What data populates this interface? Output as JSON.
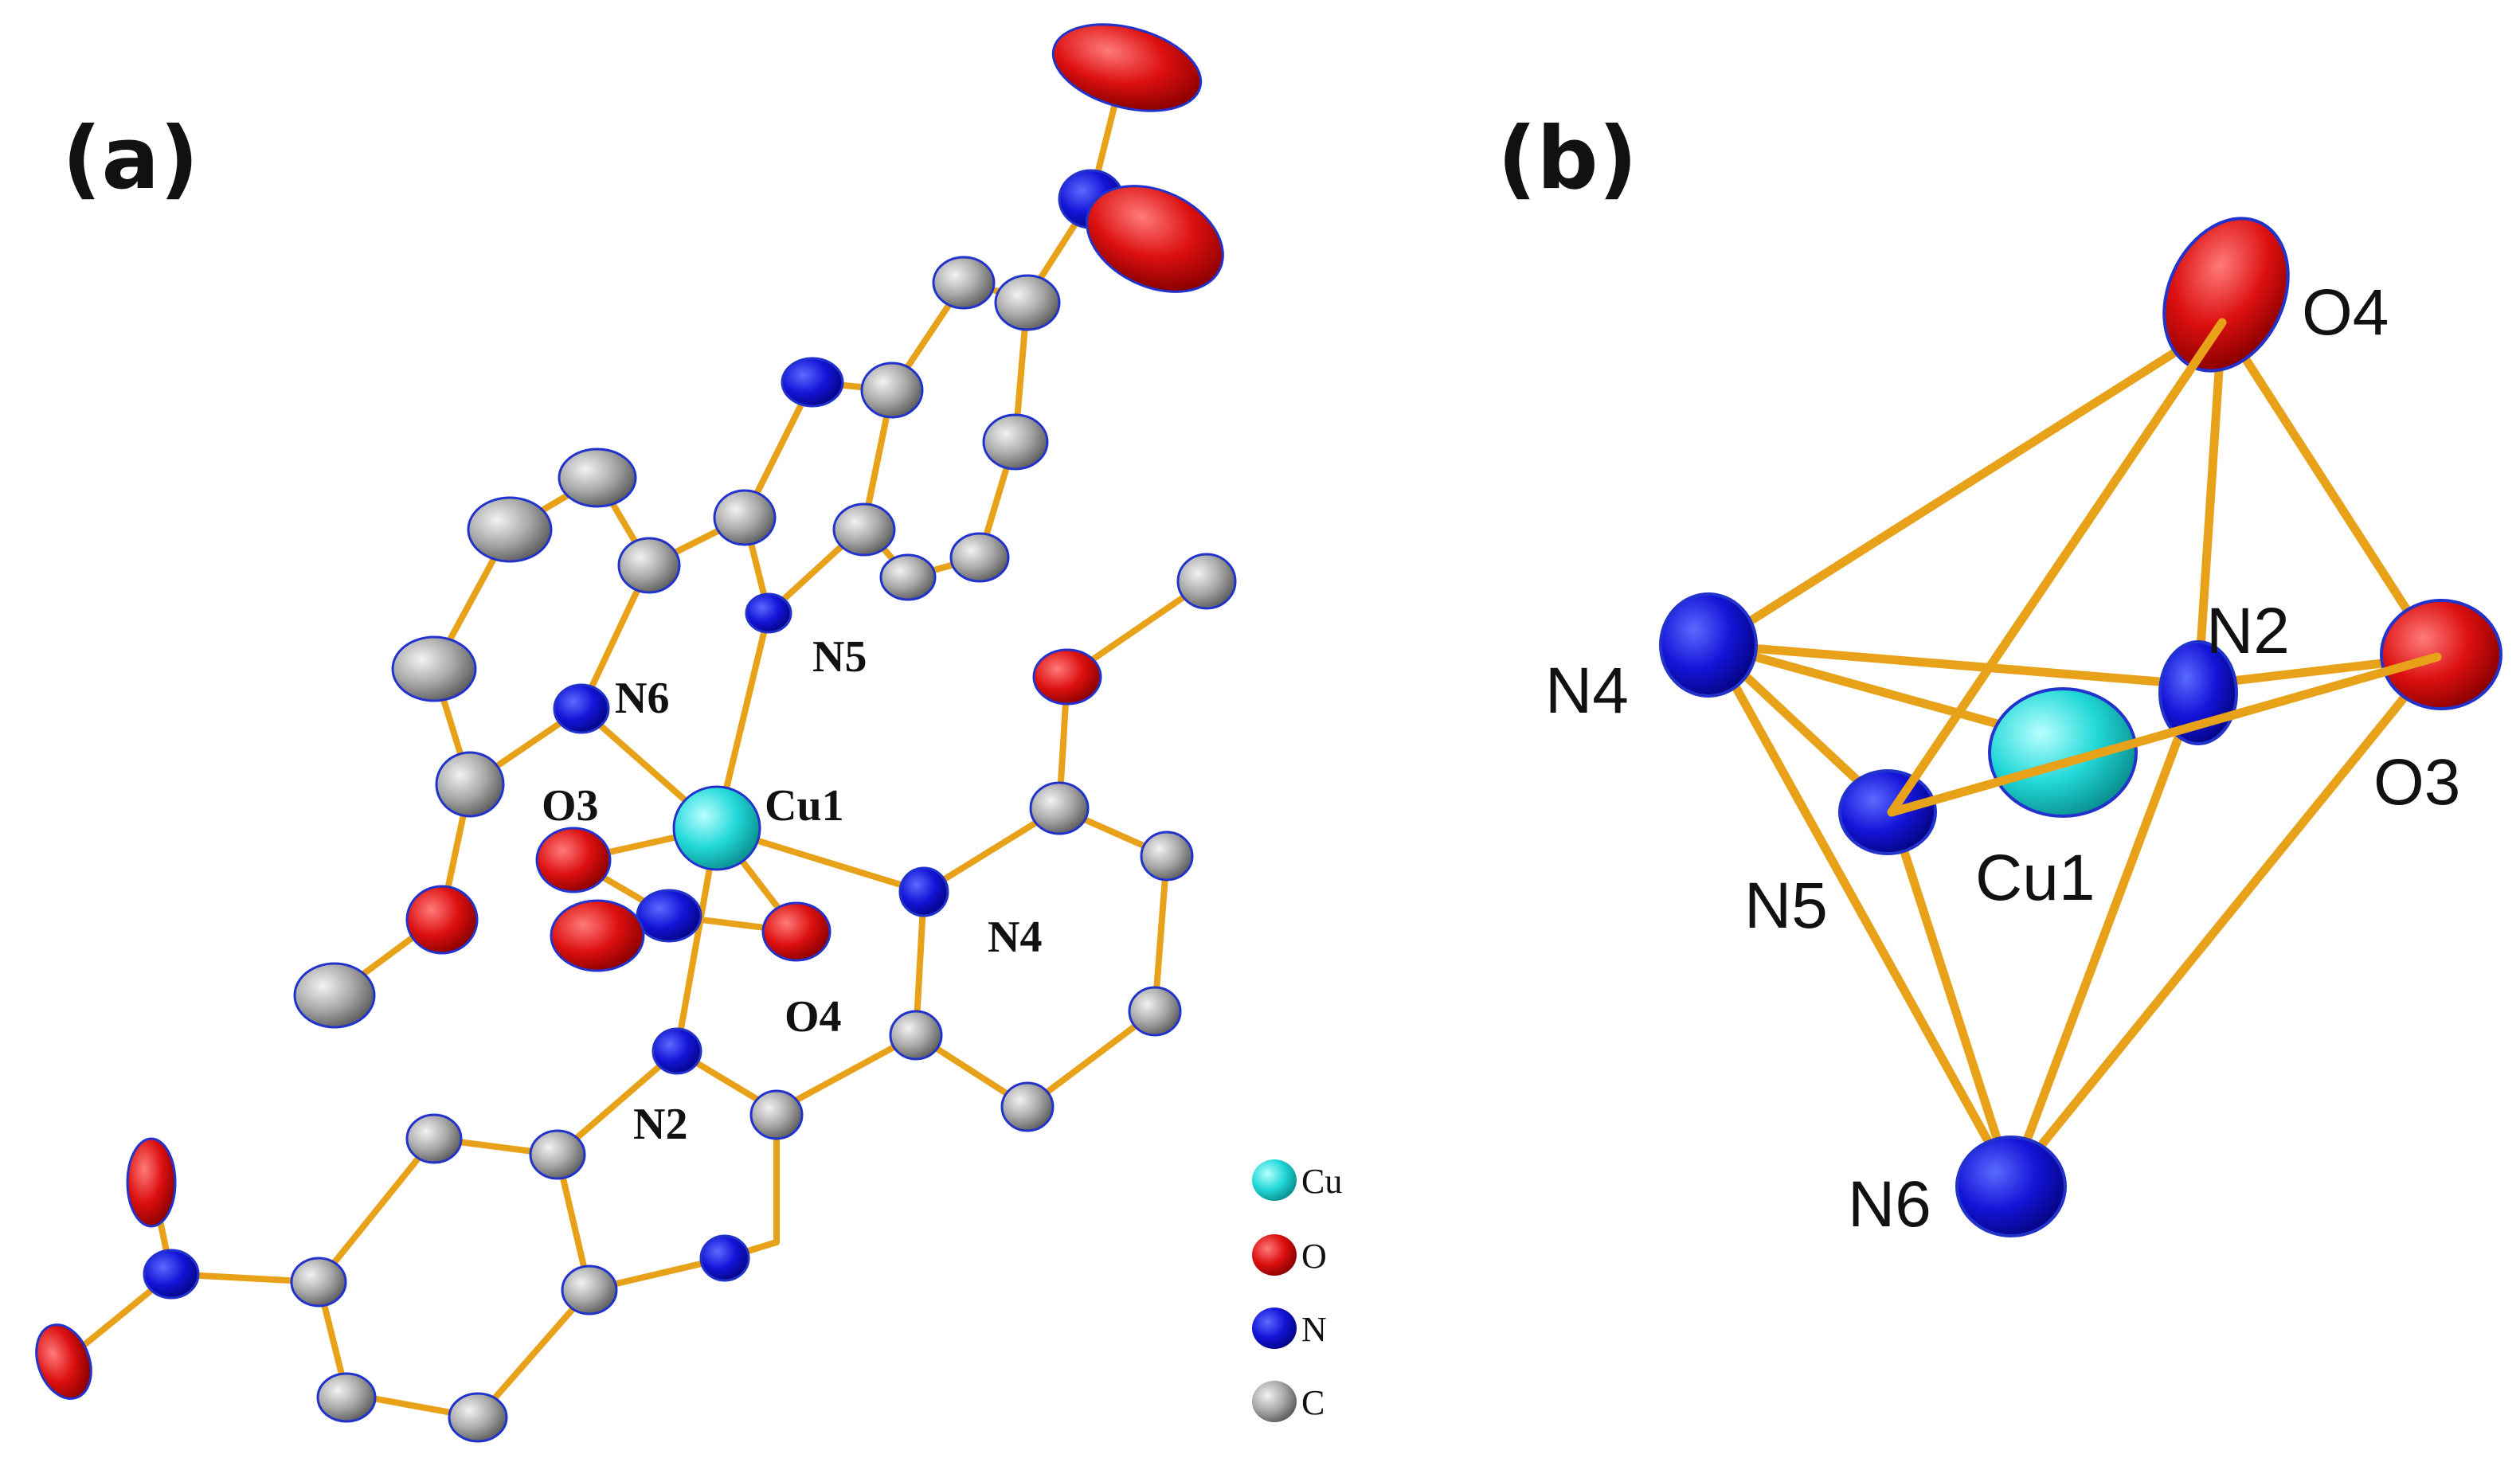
{
  "figure": {
    "panel_a": {
      "label": "(a)",
      "atom_labels": {
        "n6": "N6",
        "n5": "N5",
        "o3": "O3",
        "cu1": "Cu1",
        "n4": "N4",
        "o4": "O4",
        "n2": "N2"
      }
    },
    "panel_b": {
      "label": "(b)",
      "atom_labels": {
        "o4": "O4",
        "n4": "N4",
        "n2": "N2",
        "o3": "O3",
        "n5": "N5",
        "cu1": "Cu1",
        "n6": "N6"
      }
    },
    "legend": {
      "items": [
        {
          "label": "Cu",
          "element": "copper",
          "color": "#27d6d6"
        },
        {
          "label": "O",
          "element": "oxygen",
          "color": "#e01010"
        },
        {
          "label": "N",
          "element": "nitrogen",
          "color": "#1010d0"
        },
        {
          "label": "C",
          "element": "carbon",
          "color": "#8a8a8a"
        }
      ]
    },
    "colors": {
      "bond": "#e8a21a",
      "ellipsoid_outline": "#2233cc"
    }
  }
}
